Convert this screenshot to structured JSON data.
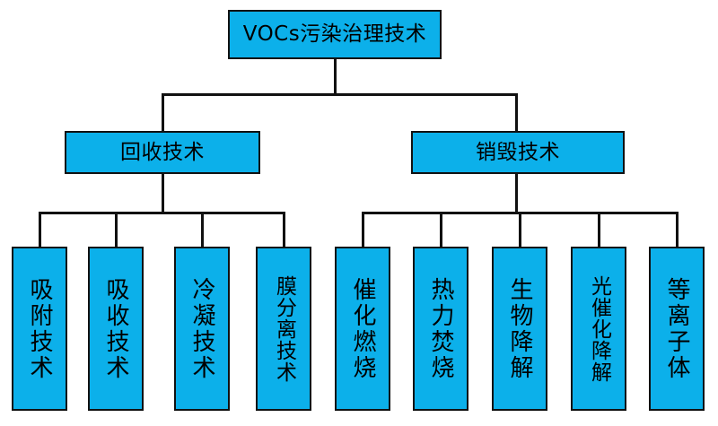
{
  "diagram": {
    "title": "VOCs污染治理技术",
    "type": "tree-hierarchy",
    "orientation": "top-down",
    "colors": {
      "node_fill": "#0CB0EA",
      "node_border": "#111111",
      "connector": "#111111",
      "background": "#ffffff",
      "text": "#000000"
    },
    "root": {
      "label": "VOCs污染治理技术"
    },
    "branches": [
      {
        "label": "回收技术",
        "children": [
          {
            "label": "吸附技术"
          },
          {
            "label": "吸收技术"
          },
          {
            "label": "冷凝技术"
          },
          {
            "label": "膜分离技术"
          }
        ]
      },
      {
        "label": "销毁技术",
        "children": [
          {
            "label": "催化燃烧"
          },
          {
            "label": "热力焚烧"
          },
          {
            "label": "生物降解"
          },
          {
            "label": "光催化降解"
          },
          {
            "label": "等离子体"
          }
        ]
      }
    ]
  }
}
